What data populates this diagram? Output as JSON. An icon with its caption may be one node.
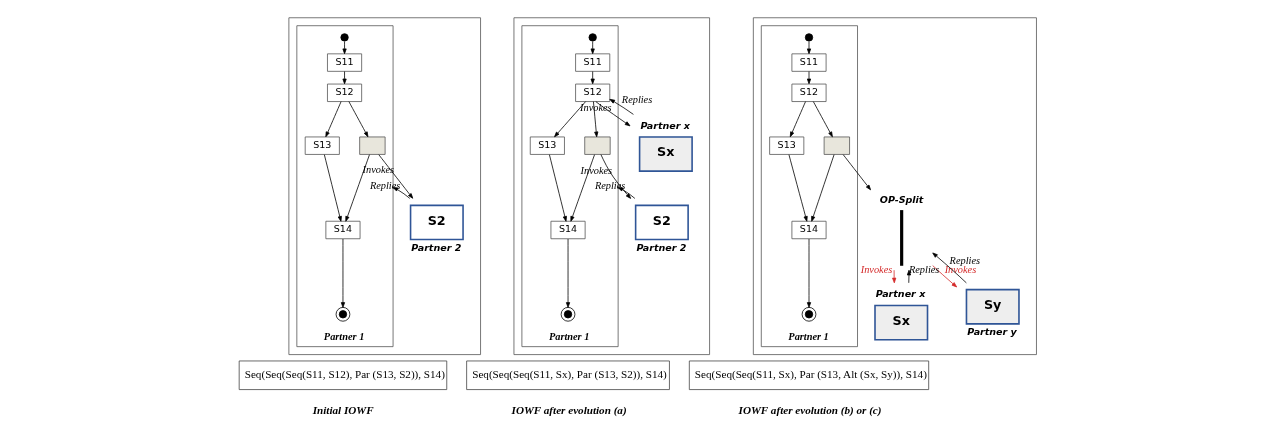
{
  "diagram": {
    "nodes": [
      {
        "text": [],
        "shape": "box"
      },
      {
        "text": [
          "Partner 1"
        ],
        "in": 0
      },
      {
        "text": [],
        "shape": "circle",
        "in": 1
      },
      {
        "text": [
          "S11"
        ],
        "in": 1
      },
      {
        "text": [
          "S12"
        ],
        "in": 1
      },
      {
        "text": [
          "S13"
        ],
        "in": 1
      },
      {
        "text": [],
        "shape": "box",
        "in": 1
      },
      {
        "text": [
          "S14"
        ],
        "in": 1
      },
      {
        "text": [],
        "shape": "circle",
        "in": 1
      },
      {
        "text": [
          "S2"
        ],
        "beside": [
          "Partner 2"
        ],
        "in": 0
      },
      {
        "text": [
          "Seq(Seq(Seq(S11, S12), Par (S13, S2)), S14)"
        ]
      },
      {
        "text": [],
        "shape": "box"
      },
      {
        "text": [
          "Partner 1"
        ],
        "in": 11
      },
      {
        "text": [],
        "shape": "circle",
        "in": 12
      },
      {
        "text": [
          "S11"
        ],
        "in": 12
      },
      {
        "text": [
          "S12"
        ],
        "in": 12
      },
      {
        "text": [
          "S13"
        ],
        "in": 12
      },
      {
        "text": [],
        "shape": "box",
        "in": 12
      },
      {
        "text": [
          "S14"
        ],
        "in": 12
      },
      {
        "text": [],
        "shape": "circle",
        "in": 12
      },
      {
        "text": [
          "Sx"
        ],
        "beside": [
          "Partner x"
        ],
        "in": 11
      },
      {
        "text": [
          "S2"
        ],
        "beside": [
          "Partner 2"
        ],
        "in": 11
      },
      {
        "text": [
          "Seq(Seq(Seq(S11, Sx), Par (S13, S2)), S14)"
        ]
      },
      {
        "text": [],
        "shape": "box"
      },
      {
        "text": [
          "Partner 1"
        ],
        "in": 23
      },
      {
        "text": [],
        "shape": "circle",
        "in": 24
      },
      {
        "text": [
          "S11"
        ],
        "in": 24
      },
      {
        "text": [
          "S12"
        ],
        "in": 24
      },
      {
        "text": [
          "S13"
        ],
        "in": 24
      },
      {
        "text": [],
        "shape": "box",
        "in": 24
      },
      {
        "text": [
          "S14"
        ],
        "in": 24
      },
      {
        "text": [],
        "shape": "circle",
        "in": 24
      },
      {
        "text": [
          "OP-Split"
        ],
        "in": 23
      },
      {
        "text": [
          "Sx"
        ],
        "beside": [
          "Partner x"
        ],
        "in": 23
      },
      {
        "text": [
          "Sy"
        ],
        "beside": [
          "Partner y"
        ],
        "in": 23
      },
      {
        "text": [
          "Seq(Seq(Seq(S11, Sx), Par (S13, Alt (Sx, Sy)), S14)"
        ]
      }
    ],
    "edges": [
      {
        "from": 2,
        "to": 3,
        "arrow": "to"
      },
      {
        "from": 3,
        "to": 4,
        "arrow": "to"
      },
      {
        "from": 4,
        "to": 5,
        "arrow": "to"
      },
      {
        "from": 4,
        "to": 6,
        "arrow": "to"
      },
      {
        "from": 5,
        "to": 7,
        "arrow": "to"
      },
      {
        "from": 6,
        "to": 7,
        "arrow": "to"
      },
      {
        "from": 7,
        "to": 8,
        "arrow": "to"
      },
      {
        "from": 6,
        "to": 9,
        "arrow": "to",
        "label": "Invokes"
      },
      {
        "from": 9,
        "to": 1,
        "arrow": "to",
        "label": "Replies"
      },
      {
        "from": 13,
        "to": 14,
        "arrow": "to"
      },
      {
        "from": 14,
        "to": 15,
        "arrow": "to"
      },
      {
        "from": 15,
        "to": 16,
        "arrow": "to"
      },
      {
        "from": 15,
        "to": 17,
        "arrow": "to"
      },
      {
        "from": 16,
        "to": 18,
        "arrow": "to"
      },
      {
        "from": 17,
        "to": 18,
        "arrow": "to"
      },
      {
        "from": 18,
        "to": 19,
        "arrow": "to"
      },
      {
        "from": 15,
        "to": 20,
        "arrow": "to",
        "label": "Invokes"
      },
      {
        "from": 20,
        "to": 15,
        "arrow": "to",
        "label": "Replies"
      },
      {
        "from": 17,
        "to": 21,
        "arrow": "to",
        "label": "Invokes"
      },
      {
        "from": 21,
        "to": 12,
        "arrow": "to",
        "label": "Replies"
      },
      {
        "from": 25,
        "to": 26,
        "arrow": "to"
      },
      {
        "from": 26,
        "to": 27,
        "arrow": "to"
      },
      {
        "from": 27,
        "to": 28,
        "arrow": "to"
      },
      {
        "from": 27,
        "to": 29,
        "arrow": "to"
      },
      {
        "from": 28,
        "to": 30,
        "arrow": "to"
      },
      {
        "from": 29,
        "to": 30,
        "arrow": "to"
      },
      {
        "from": 30,
        "to": 31,
        "arrow": "to"
      },
      {
        "from": 29,
        "to": 32,
        "arrow": "to"
      },
      {
        "from": 32,
        "to": 33,
        "arrow": "to",
        "label": "Invokes",
        "color": "#d42a2a"
      },
      {
        "from": 33,
        "to": 32,
        "arrow": "to",
        "label": "Replies"
      },
      {
        "from": 32,
        "to": 34,
        "arrow": "to",
        "label": "Invokes",
        "color": "#d42a2a"
      },
      {
        "from": 34,
        "to": 32,
        "arrow": "to",
        "label": "Replies"
      }
    ],
    "labels": [
      "Initial IOWF",
      "IOWF after evolution (a)",
      "IOWF after evolution (b) or (c)"
    ]
  }
}
